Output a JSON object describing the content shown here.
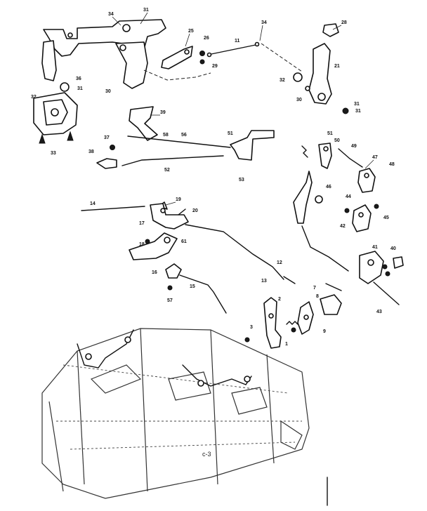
{
  "figure": {
    "label": "c-3"
  },
  "callouts": [
    {
      "id": "c1",
      "text": "34"
    },
    {
      "id": "c2",
      "text": "31"
    },
    {
      "id": "c3",
      "text": "26"
    },
    {
      "id": "c4",
      "text": "25"
    },
    {
      "id": "c5",
      "text": "11"
    },
    {
      "id": "c6",
      "text": "34"
    },
    {
      "id": "c7",
      "text": "28"
    },
    {
      "id": "c8",
      "text": "21"
    },
    {
      "id": "c9",
      "text": "29"
    },
    {
      "id": "c10",
      "text": "36"
    },
    {
      "id": "c11",
      "text": "31"
    },
    {
      "id": "c12",
      "text": "32"
    },
    {
      "id": "c13",
      "text": "33"
    },
    {
      "id": "c14",
      "text": "30"
    },
    {
      "id": "c15",
      "text": "31"
    },
    {
      "id": "c16",
      "text": "32"
    },
    {
      "id": "c17",
      "text": "30"
    },
    {
      "id": "c18",
      "text": "31"
    },
    {
      "id": "c19",
      "text": "39"
    },
    {
      "id": "c20",
      "text": "58"
    },
    {
      "id": "c21",
      "text": "56"
    },
    {
      "id": "c22",
      "text": "51"
    },
    {
      "id": "c23",
      "text": "37"
    },
    {
      "id": "c24",
      "text": "38"
    },
    {
      "id": "c25",
      "text": "53"
    },
    {
      "id": "c26",
      "text": "52"
    },
    {
      "id": "c27",
      "text": "51"
    },
    {
      "id": "c28",
      "text": "50"
    },
    {
      "id": "c29",
      "text": "49"
    },
    {
      "id": "c30",
      "text": "47"
    },
    {
      "id": "c31",
      "text": "48"
    },
    {
      "id": "c32",
      "text": "14"
    },
    {
      "id": "c33",
      "text": "19"
    },
    {
      "id": "c34",
      "text": "20"
    },
    {
      "id": "c35",
      "text": "17"
    },
    {
      "id": "c36",
      "text": "61"
    },
    {
      "id": "c37",
      "text": "18"
    },
    {
      "id": "c38",
      "text": "16"
    },
    {
      "id": "c39",
      "text": "15"
    },
    {
      "id": "c40",
      "text": "57"
    },
    {
      "id": "c41",
      "text": "46"
    },
    {
      "id": "c42",
      "text": "44"
    },
    {
      "id": "c43",
      "text": "45"
    },
    {
      "id": "c44",
      "text": "42"
    },
    {
      "id": "c45",
      "text": "41"
    },
    {
      "id": "c46",
      "text": "40"
    },
    {
      "id": "c47",
      "text": "12"
    },
    {
      "id": "c48",
      "text": "13"
    },
    {
      "id": "c49",
      "text": "2"
    },
    {
      "id": "c50",
      "text": "7"
    },
    {
      "id": "c51",
      "text": "8"
    },
    {
      "id": "c52",
      "text": "43"
    },
    {
      "id": "c53",
      "text": "3"
    },
    {
      "id": "c54",
      "text": "1"
    },
    {
      "id": "c55",
      "text": "9"
    }
  ]
}
